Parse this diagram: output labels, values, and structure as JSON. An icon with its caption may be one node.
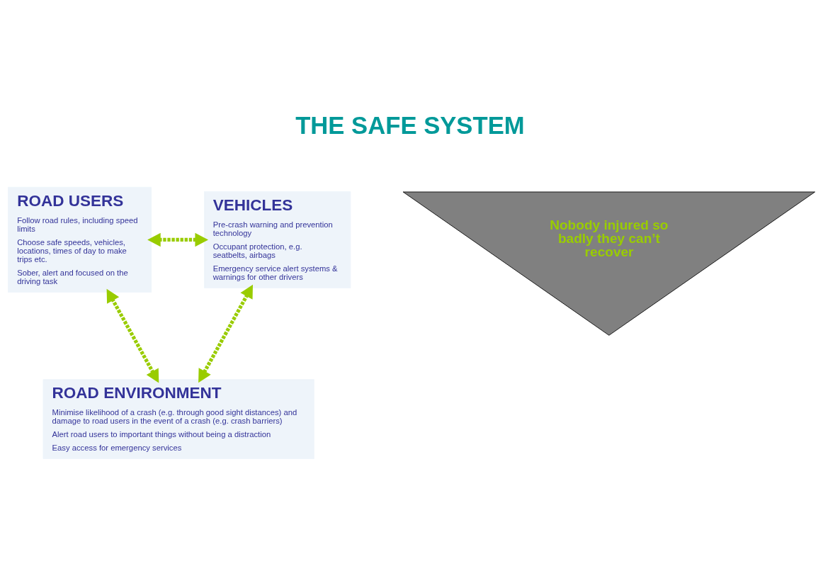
{
  "diagram": {
    "title": "THE SAFE SYSTEM",
    "nodes": [
      {
        "text": [
          "ROAD USERS",
          "Follow road rules, including speed limits",
          "Choose safe speeds, vehicles, locations, times of day to make trips etc.",
          "Sober, alert and focused on the driving task"
        ]
      },
      {
        "text": [
          "VEHICLES",
          "Pre-crash warning and prevention technology",
          "Occupant protection, e.g. seatbelts, airbags",
          "Emergency service alert systems & warnings for other drivers"
        ]
      },
      {
        "text": [
          "Nobody injured so badly they can’t recover"
        ]
      },
      {
        "text": [
          "ROAD ENVIRONMENT",
          "Minimise likelihood of a crash (e.g. through good sight distances) and damage to road users in the event of a crash (e.g. crash barriers)",
          "Alert road users to important things without being a distraction",
          "Easy access for emergency services"
        ]
      }
    ],
    "edges": [
      {
        "from": 0,
        "to": 1,
        "arrow": "both",
        "style": "dashed"
      },
      {
        "from": 0,
        "to": 3,
        "arrow": "both",
        "style": "dashed"
      },
      {
        "from": 1,
        "to": 3,
        "arrow": "both",
        "style": "dashed"
      }
    ]
  }
}
